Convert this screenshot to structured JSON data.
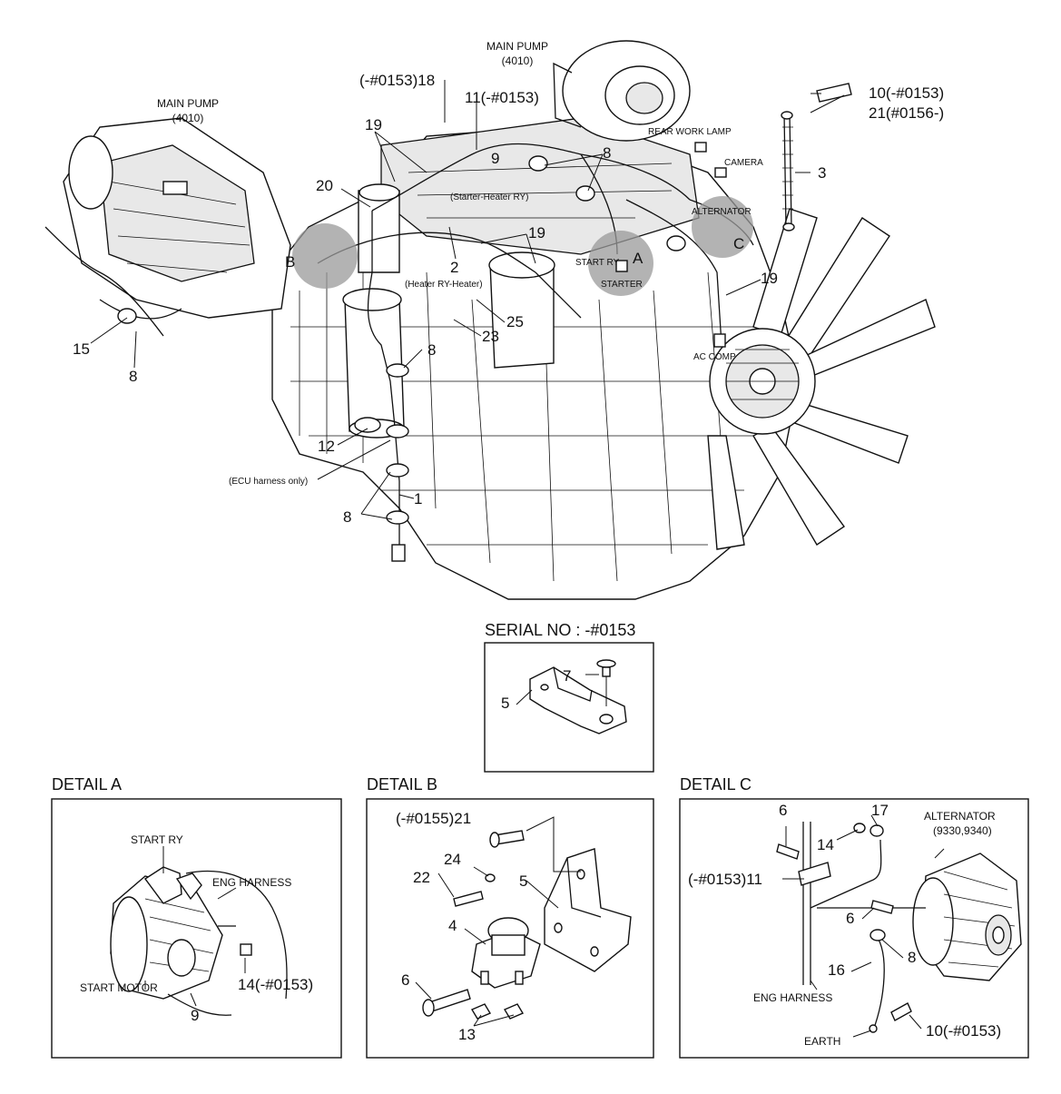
{
  "main": {
    "labels": {
      "main_pump_left": "MAIN PUMP",
      "main_pump_left_model": "(4010)",
      "main_pump_top": "MAIN PUMP",
      "main_pump_top_model": "(4010)",
      "rear_work_lamp": "REAR WORK LAMP",
      "camera": "CAMERA",
      "alternator": "ALTERNATOR",
      "start_ry": "START RY",
      "starter": "STARTER",
      "ac_comp": "AC COMP",
      "starter_heater_ry": "(Starter-Heater RY)",
      "heater_ry_heater": "(Heater RY-Heater)",
      "ecu_harness_only": "(ECU harness only)"
    },
    "callouts": {
      "c18": "(-#0153)18",
      "c11": "11(-#0153)",
      "c10": "10(-#0153)",
      "c21": "21(#0156-)",
      "c3": "3",
      "c19a": "19",
      "c19b": "19",
      "c19c": "19",
      "c20": "20",
      "c9": "9",
      "c8a": "8",
      "c8b": "8",
      "c8c": "8",
      "c8d": "8",
      "c2": "2",
      "c25": "25",
      "c23": "23",
      "c15": "15",
      "c12": "12",
      "c1": "1",
      "lA": "A",
      "lB": "B",
      "lC": "C"
    }
  },
  "serial": {
    "title": "SERIAL NO : -#0153",
    "c7": "7",
    "c5": "5"
  },
  "detail_a": {
    "title": "DETAIL  A",
    "start_ry": "START RY",
    "eng_harness": "ENG HARNESS",
    "start_motor": "START MOTOR",
    "c14": "14(-#0153)",
    "c9": "9"
  },
  "detail_b": {
    "title": "DETAIL  B",
    "c21": "(-#0155)21",
    "c24": "24",
    "c22": "22",
    "c5": "5",
    "c4": "4",
    "c6": "6",
    "c13": "13"
  },
  "detail_c": {
    "title": "DETAIL  C",
    "c6a": "6",
    "c17": "17",
    "c14": "14",
    "alternator": "ALTERNATOR",
    "alternator_models": "(9330,9340)",
    "c11": "(-#0153)11",
    "c6b": "6",
    "c8": "8",
    "c16": "16",
    "eng_harness": "ENG HARNESS",
    "earth": "EARTH",
    "c10": "10(-#0153)"
  }
}
